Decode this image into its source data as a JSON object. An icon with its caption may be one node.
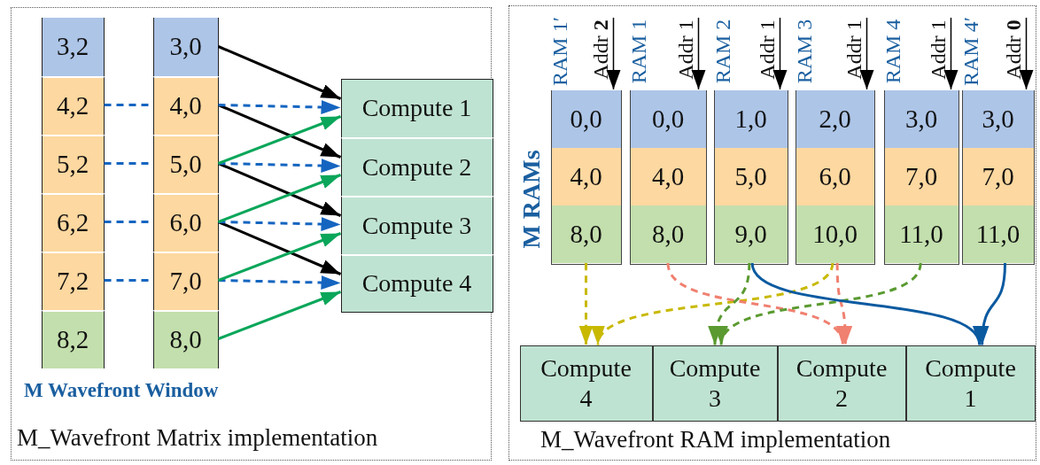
{
  "diagram": {
    "nodes": [
      {
        "text": [
          "M_Wavefront Matrix implementation"
        ]
      },
      {
        "text": [
          "3,2"
        ],
        "in": 0
      },
      {
        "text": [
          "4,2"
        ],
        "in": 0
      },
      {
        "text": [
          "5,2"
        ],
        "in": 0
      },
      {
        "text": [
          "6,2"
        ],
        "in": 0
      },
      {
        "text": [
          "7,2"
        ],
        "in": 0
      },
      {
        "text": [
          "8,2"
        ],
        "in": 0
      },
      {
        "text": [
          "3,0"
        ],
        "in": 0
      },
      {
        "text": [
          "4,0"
        ],
        "in": 0
      },
      {
        "text": [
          "5,0"
        ],
        "in": 0
      },
      {
        "text": [
          "6,0"
        ],
        "in": 0
      },
      {
        "text": [
          "7,0"
        ],
        "in": 0
      },
      {
        "text": [
          "8,0"
        ],
        "in": 0
      },
      {
        "text": [
          "Compute 1"
        ],
        "in": 0
      },
      {
        "text": [
          "Compute 2"
        ],
        "in": 0
      },
      {
        "text": [
          "Compute 3"
        ],
        "in": 0
      },
      {
        "text": [
          "Compute 4"
        ],
        "in": 0
      },
      {
        "text": [
          "M_Wavefront RAM implementation"
        ]
      },
      {
        "text": [
          "RAM 1′"
        ],
        "in": 17
      },
      {
        "text": [
          "RAM 1"
        ],
        "in": 17
      },
      {
        "text": [
          "RAM 2"
        ],
        "in": 17
      },
      {
        "text": [
          "RAM 3"
        ],
        "in": 17
      },
      {
        "text": [
          "RAM 4"
        ],
        "in": 17
      },
      {
        "text": [
          "RAM 4′"
        ],
        "in": 17
      },
      {
        "text": [
          "0,0"
        ],
        "in": 18
      },
      {
        "text": [
          "4,0"
        ],
        "in": 18
      },
      {
        "text": [
          "8,0"
        ],
        "in": 18
      },
      {
        "text": [
          "0,0"
        ],
        "in": 19
      },
      {
        "text": [
          "4,0"
        ],
        "in": 19
      },
      {
        "text": [
          "8,0"
        ],
        "in": 19
      },
      {
        "text": [
          "1,0"
        ],
        "in": 20
      },
      {
        "text": [
          "5,0"
        ],
        "in": 20
      },
      {
        "text": [
          "9,0"
        ],
        "in": 20
      },
      {
        "text": [
          "2,0"
        ],
        "in": 21
      },
      {
        "text": [
          "6,0"
        ],
        "in": 21
      },
      {
        "text": [
          "10,0"
        ],
        "in": 21
      },
      {
        "text": [
          "3,0"
        ],
        "in": 22
      },
      {
        "text": [
          "7,0"
        ],
        "in": 22
      },
      {
        "text": [
          "11,0"
        ],
        "in": 22
      },
      {
        "text": [
          "3,0"
        ],
        "in": 23
      },
      {
        "text": [
          "7,0"
        ],
        "in": 23
      },
      {
        "text": [
          "11,0"
        ],
        "in": 23
      },
      {
        "text": [
          "Compute 4"
        ],
        "in": 17
      },
      {
        "text": [
          "Compute 3"
        ],
        "in": 17
      },
      {
        "text": [
          "Compute 2"
        ],
        "in": 17
      },
      {
        "text": [
          "Compute 1"
        ],
        "in": 17
      }
    ],
    "edges": [
      {
        "from": 7,
        "to": 13,
        "arrow": "to"
      },
      {
        "from": 8,
        "to": 14,
        "arrow": "to"
      },
      {
        "from": 9,
        "to": 15,
        "arrow": "to"
      },
      {
        "from": 10,
        "to": 16,
        "arrow": "to"
      },
      {
        "from": 2,
        "to": 8,
        "arrow": "none",
        "style": "dashed",
        "color": "#1565c0"
      },
      {
        "from": 8,
        "to": 13,
        "arrow": "to",
        "style": "dashed",
        "color": "#1565c0"
      },
      {
        "from": 3,
        "to": 9,
        "arrow": "none",
        "style": "dashed",
        "color": "#1565c0"
      },
      {
        "from": 9,
        "to": 14,
        "arrow": "to",
        "style": "dashed",
        "color": "#1565c0"
      },
      {
        "from": 4,
        "to": 10,
        "arrow": "none",
        "style": "dashed",
        "color": "#1565c0"
      },
      {
        "from": 10,
        "to": 15,
        "arrow": "to",
        "style": "dashed",
        "color": "#1565c0"
      },
      {
        "from": 5,
        "to": 11,
        "arrow": "none",
        "style": "dashed",
        "color": "#1565c0"
      },
      {
        "from": 11,
        "to": 16,
        "arrow": "to",
        "style": "dashed",
        "color": "#1565c0"
      },
      {
        "from": 9,
        "to": 13,
        "arrow": "to",
        "color": "#0aa65a"
      },
      {
        "from": 10,
        "to": 14,
        "arrow": "to",
        "color": "#0aa65a"
      },
      {
        "from": 11,
        "to": 15,
        "arrow": "to",
        "color": "#0aa65a"
      },
      {
        "from": 12,
        "to": 16,
        "arrow": "to",
        "color": "#0aa65a"
      },
      {
        "from": null,
        "to": 24,
        "arrow": "to",
        "label": "Addr **2**"
      },
      {
        "from": null,
        "to": 27,
        "arrow": "to",
        "label": "Addr 1"
      },
      {
        "from": null,
        "to": 30,
        "arrow": "to",
        "label": "Addr 1"
      },
      {
        "from": null,
        "to": 33,
        "arrow": "to",
        "label": "Addr 1"
      },
      {
        "from": null,
        "to": 36,
        "arrow": "to",
        "label": "Addr 1"
      },
      {
        "from": null,
        "to": 39,
        "arrow": "to",
        "label": "Addr **0**"
      },
      {
        "from": 26,
        "to": 42,
        "arrow": "to",
        "style": "dashed",
        "color": "#c8b900"
      },
      {
        "from": 35,
        "to": 42,
        "arrow": "to",
        "style": "dashed",
        "color": "#c8b900"
      },
      {
        "from": 29,
        "to": 44,
        "arrow": "to",
        "style": "dashed",
        "color": "#f08070"
      },
      {
        "from": 35,
        "to": 44,
        "arrow": "to",
        "style": "dashed",
        "color": "#f08070"
      },
      {
        "from": 32,
        "to": 43,
        "arrow": "to",
        "style": "dashed",
        "color": "#5a9a30"
      },
      {
        "from": 38,
        "to": 43,
        "arrow": "to",
        "style": "dashed",
        "color": "#5a9a30"
      },
      {
        "from": 32,
        "to": 45,
        "arrow": "to",
        "color": "#0a5aa0"
      },
      {
        "from": 41,
        "to": 45,
        "arrow": "to",
        "color": "#0a5aa0"
      }
    ],
    "labels": [
      "M Wavefront Window",
      "M RAMs"
    ]
  }
}
